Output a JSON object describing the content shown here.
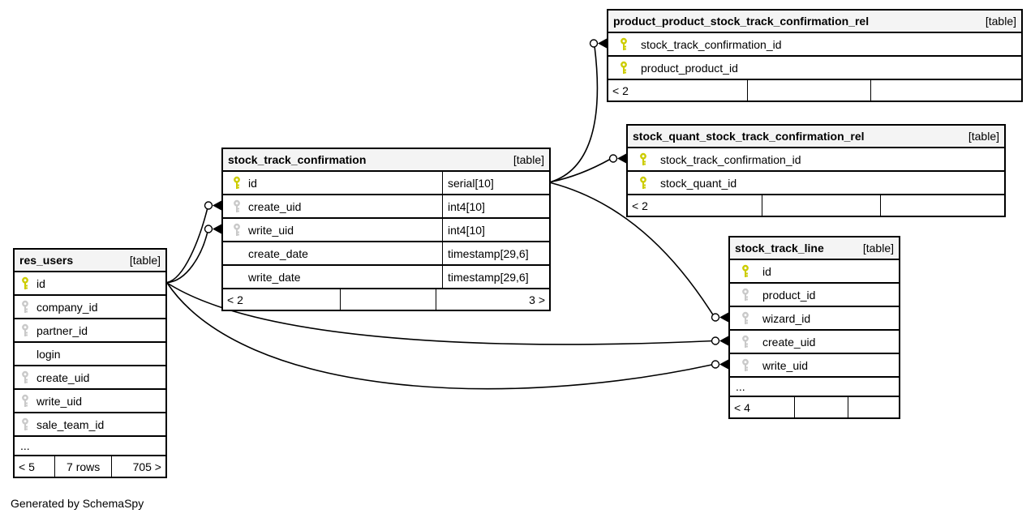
{
  "page": {
    "footer_note": "Generated by SchemaSpy"
  },
  "colors": {
    "pk_key": "#cccc00",
    "fk_key": "#c9c9c9",
    "header_bg": "#f4f4f4",
    "border": "#000000",
    "background": "#ffffff"
  },
  "tables": [
    {
      "name": "product_product_stock_track_confirmation_rel",
      "tag": "[table]",
      "columns": [
        {
          "name": "stock_track_confirmation_id",
          "key": "pk",
          "type": ""
        },
        {
          "name": "product_product_id",
          "key": "pk",
          "type": ""
        }
      ],
      "footer": [
        "< 2",
        "",
        ""
      ]
    },
    {
      "name": "stock_quant_stock_track_confirmation_rel",
      "tag": "[table]",
      "columns": [
        {
          "name": "stock_track_confirmation_id",
          "key": "pk",
          "type": ""
        },
        {
          "name": "stock_quant_id",
          "key": "pk",
          "type": ""
        }
      ],
      "footer": [
        "< 2",
        "",
        ""
      ]
    },
    {
      "name": "stock_track_confirmation",
      "tag": "[table]",
      "columns": [
        {
          "name": "id",
          "key": "pk",
          "type": "serial[10]"
        },
        {
          "name": "create_uid",
          "key": "fk",
          "type": "int4[10]"
        },
        {
          "name": "write_uid",
          "key": "fk",
          "type": "int4[10]"
        },
        {
          "name": "create_date",
          "key": "",
          "type": "timestamp[29,6]"
        },
        {
          "name": "write_date",
          "key": "",
          "type": "timestamp[29,6]"
        }
      ],
      "footer": [
        "< 2",
        "",
        "3 >"
      ]
    },
    {
      "name": "stock_track_line",
      "tag": "[table]",
      "columns": [
        {
          "name": "id",
          "key": "pk",
          "type": ""
        },
        {
          "name": "product_id",
          "key": "fk",
          "type": ""
        },
        {
          "name": "wizard_id",
          "key": "fk",
          "type": ""
        },
        {
          "name": "create_uid",
          "key": "fk",
          "type": ""
        },
        {
          "name": "write_uid",
          "key": "fk",
          "type": ""
        },
        {
          "name": "...",
          "key": "dots",
          "type": ""
        }
      ],
      "footer": [
        "< 4",
        "",
        ""
      ]
    },
    {
      "name": "res_users",
      "tag": "[table]",
      "columns": [
        {
          "name": "id",
          "key": "pk",
          "type": ""
        },
        {
          "name": "company_id",
          "key": "fk",
          "type": ""
        },
        {
          "name": "partner_id",
          "key": "fk",
          "type": ""
        },
        {
          "name": "login",
          "key": "",
          "type": ""
        },
        {
          "name": "create_uid",
          "key": "fk",
          "type": ""
        },
        {
          "name": "write_uid",
          "key": "fk",
          "type": ""
        },
        {
          "name": "sale_team_id",
          "key": "fk",
          "type": ""
        },
        {
          "name": "...",
          "key": "dots",
          "type": ""
        }
      ],
      "footer": [
        "< 5",
        "7 rows",
        "705 >"
      ]
    }
  ],
  "relationships": [
    {
      "from": "stock_track_confirmation.id",
      "to": "product_product_stock_track_confirmation_rel.stock_track_confirmation_id"
    },
    {
      "from": "stock_track_confirmation.id",
      "to": "stock_quant_stock_track_confirmation_rel.stock_track_confirmation_id"
    },
    {
      "from": "stock_track_confirmation.id",
      "to": "stock_track_line.wizard_id"
    },
    {
      "from": "res_users.id",
      "to": "stock_track_confirmation.create_uid"
    },
    {
      "from": "res_users.id",
      "to": "stock_track_confirmation.write_uid"
    },
    {
      "from": "res_users.id",
      "to": "stock_track_line.create_uid"
    },
    {
      "from": "res_users.id",
      "to": "stock_track_line.write_uid"
    }
  ]
}
